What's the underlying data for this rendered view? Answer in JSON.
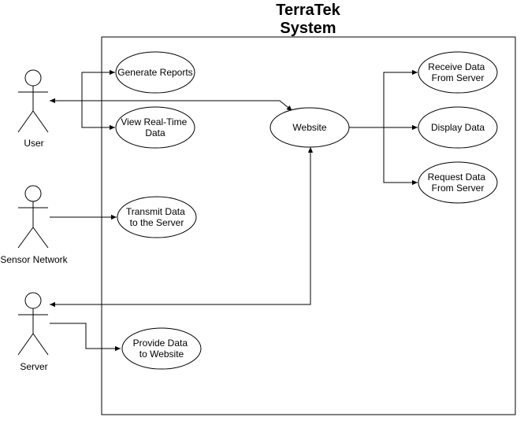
{
  "system": {
    "title_line1": "TerraTek",
    "title_line2": "System"
  },
  "actors": {
    "user": "User",
    "sensor_network": "Sensor Network",
    "server": "Server"
  },
  "use_cases": {
    "generate_reports": [
      "Generate Reports"
    ],
    "view_real_time_data": [
      "View Real-Time",
      "Data"
    ],
    "transmit_data": [
      "Transmit Data",
      "to the Server"
    ],
    "provide_data": [
      "Provide Data",
      "to Website"
    ],
    "website": [
      "Website"
    ],
    "receive_data": [
      "Receive Data",
      "From Server"
    ],
    "display_data": [
      "Display Data"
    ],
    "request_data": [
      "Request Data",
      "From Server"
    ]
  }
}
